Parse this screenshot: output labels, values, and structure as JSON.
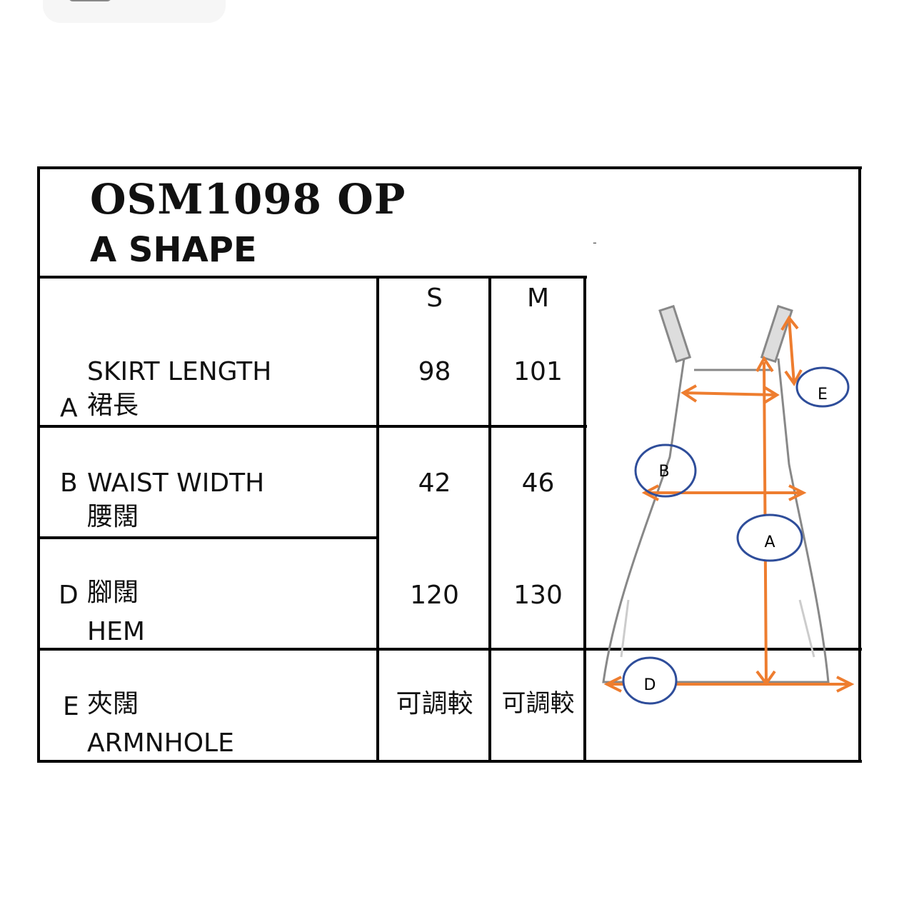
{
  "top_button": {
    "icon": "keyboard-icon"
  },
  "title": {
    "code": "OSM1098 OP",
    "style": "A SHAPE",
    "dash": "-"
  },
  "sizes": [
    "S",
    "M"
  ],
  "rows": [
    {
      "letter": "A",
      "en": "SKIRT LENGTH",
      "zh": "裙長",
      "S": "98",
      "M": "101"
    },
    {
      "letter": "B",
      "en": "WAIST WIDTH",
      "zh": "腰闊",
      "S": "42",
      "M": "46"
    },
    {
      "letter": "D",
      "en": "HEM",
      "zh": "腳闊",
      "S": "120",
      "M": "130"
    },
    {
      "letter": "E",
      "en": "ARMNHOLE",
      "zh": "夾闊",
      "S": "可調較",
      "M": "可調較"
    }
  ],
  "diagram": {
    "labels": [
      "E",
      "B",
      "A",
      "D"
    ],
    "arrow_color": "#ee7d2f",
    "circle_color": "#2e4d9a"
  }
}
